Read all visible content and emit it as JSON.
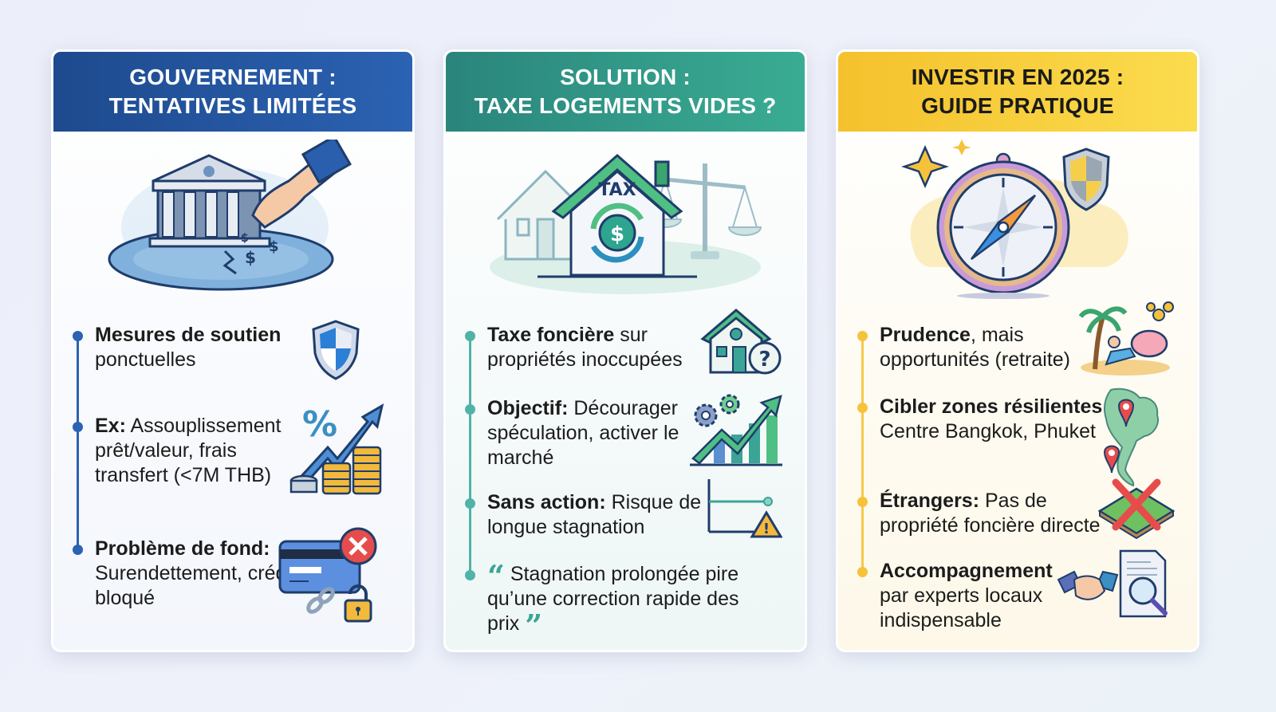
{
  "cards": [
    {
      "id": "gouvernement",
      "title_line1": "GOUVERNEMENT :",
      "title_line2": "TENTATIVES LIMITÉES",
      "header_color": "#1e4a8e",
      "accent_color": "#2b62b2",
      "hero_icon": "bank-sinking-in-water-icon",
      "items": [
        {
          "bold": "Mesures de soutien",
          "text": "ponctuelles",
          "icon": "shield-icon"
        },
        {
          "bold": "Ex:",
          "text": "Assouplissement prêt/valeur, frais transfert (<7M THB)",
          "icon": "percent-growth-coins-icon"
        },
        {
          "bold": "Problème de fond:",
          "text": "Surendettement, crédit bloqué",
          "icon": "blocked-credit-card-icon"
        }
      ]
    },
    {
      "id": "solution",
      "title_line1": "SOLUTION :",
      "title_line2": "TAXE LOGEMENTS VIDES ?",
      "header_color": "#2a857c",
      "accent_color": "#4fb3a6",
      "hero_icon": "tax-house-scales-icon",
      "hero_label": "TAX",
      "hero_currency": "$",
      "items": [
        {
          "bold": "Taxe foncière",
          "text": "sur propriétés inoccupées",
          "icon": "house-question-icon"
        },
        {
          "bold": "Objectif:",
          "text": "Décourager spéculation, activer le marché",
          "icon": "gears-growth-chart-icon"
        },
        {
          "bold": "Sans action:",
          "text": "Risque de longue stagnation",
          "icon": "flat-line-warning-icon"
        },
        {
          "bold": "",
          "text": "Stagnation prolongée pire qu’une correction rapide des prix",
          "icon": "quote-icon",
          "quote_open": "“",
          "quote_close": "”"
        }
      ]
    },
    {
      "id": "investir",
      "title_line1": "INVESTIR EN 2025 :",
      "title_line2": "GUIDE PRATIQUE",
      "header_color": "#f4c12c",
      "accent_color": "#f6c23c",
      "hero_icon": "compass-shield-icon",
      "items": [
        {
          "bold": "Prudence",
          "text": ", mais opportunités (retraite)",
          "icon": "beach-retirement-piggybank-icon"
        },
        {
          "bold": "Cibler zones résilientes:",
          "text": "Centre Bangkok, Phuket",
          "icon": "thailand-map-pins-icon"
        },
        {
          "bold": "Étrangers:",
          "text": "Pas de propriété foncière directe",
          "icon": "land-crossed-icon"
        },
        {
          "bold": "Accompagnement",
          "text": "par experts locaux indispensable",
          "icon": "handshake-document-icon"
        }
      ]
    }
  ]
}
